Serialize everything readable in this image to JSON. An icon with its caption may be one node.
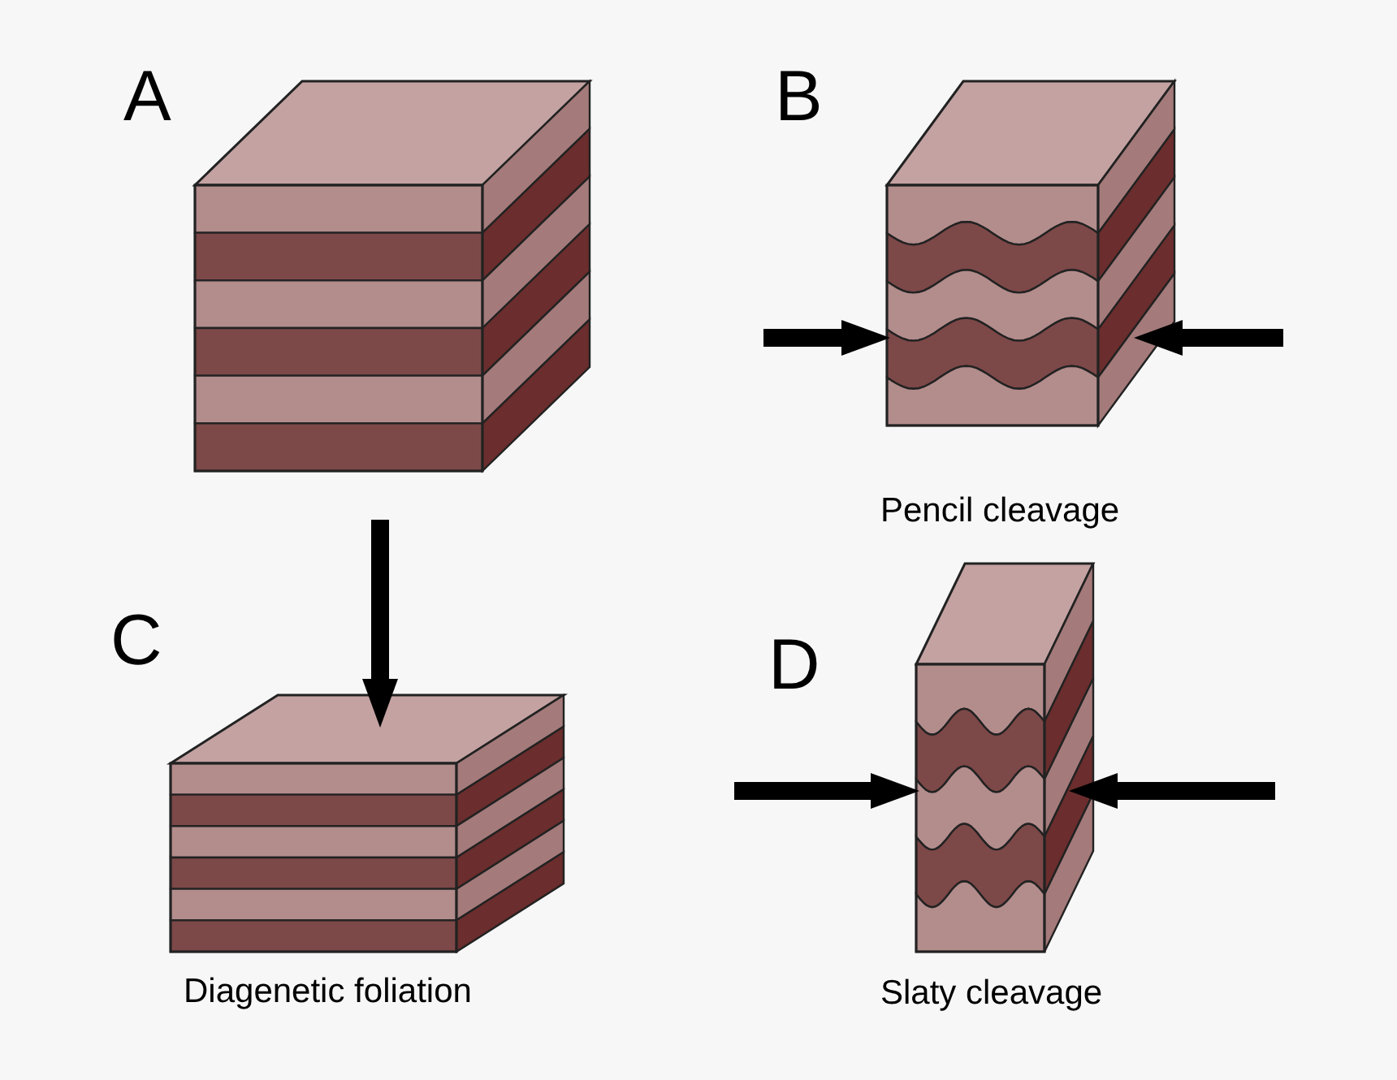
{
  "diagram": {
    "labels": [
      "A",
      "B",
      "Pencil cleavage",
      "C",
      "D",
      "Diagenetic foliation",
      "Slaty cleavage"
    ]
  }
}
